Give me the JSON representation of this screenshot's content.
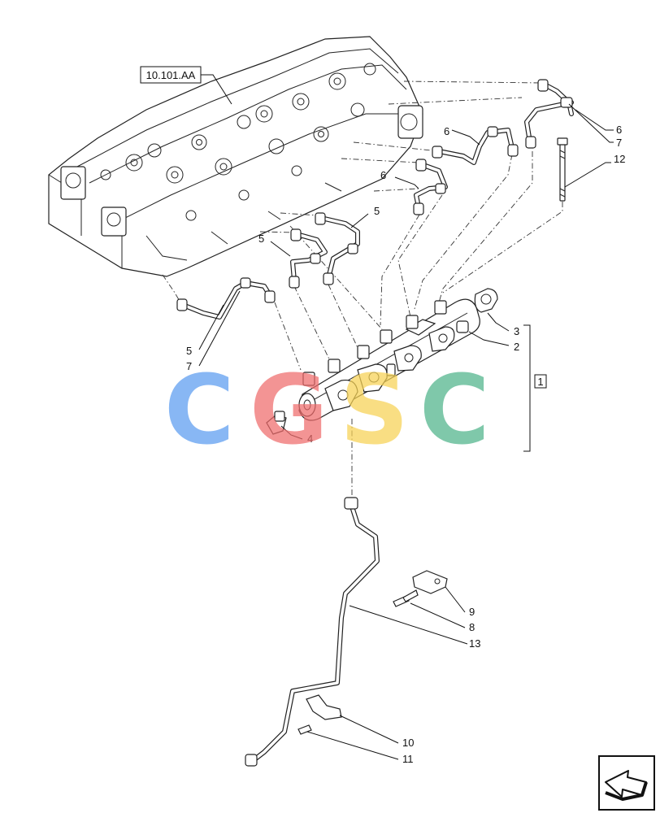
{
  "reference_label": "10.101.AA",
  "assembly_callout": "1",
  "callouts": [
    {
      "key": "c6a",
      "text": "6"
    },
    {
      "key": "c7a",
      "text": "7"
    },
    {
      "key": "c12",
      "text": "12"
    },
    {
      "key": "c6b",
      "text": "6"
    },
    {
      "key": "c6c",
      "text": "6"
    },
    {
      "key": "c5a",
      "text": "5"
    },
    {
      "key": "c5b",
      "text": "5"
    },
    {
      "key": "c5c",
      "text": "5"
    },
    {
      "key": "c7b",
      "text": "7"
    },
    {
      "key": "c3",
      "text": "3"
    },
    {
      "key": "c2",
      "text": "2"
    },
    {
      "key": "c4",
      "text": "4"
    },
    {
      "key": "c9",
      "text": "9"
    },
    {
      "key": "c8",
      "text": "8"
    },
    {
      "key": "c13",
      "text": "13"
    },
    {
      "key": "c10",
      "text": "10"
    },
    {
      "key": "c11",
      "text": "11"
    }
  ],
  "watermark": {
    "letters": [
      {
        "char": "C",
        "color": "#5b9cf0"
      },
      {
        "char": "G",
        "color": "#ef6b6b"
      },
      {
        "char": "S",
        "color": "#f7d254"
      },
      {
        "char": "C",
        "color": "#4fb38a"
      }
    ]
  },
  "icons": [
    "next-page-arrow-icon"
  ]
}
